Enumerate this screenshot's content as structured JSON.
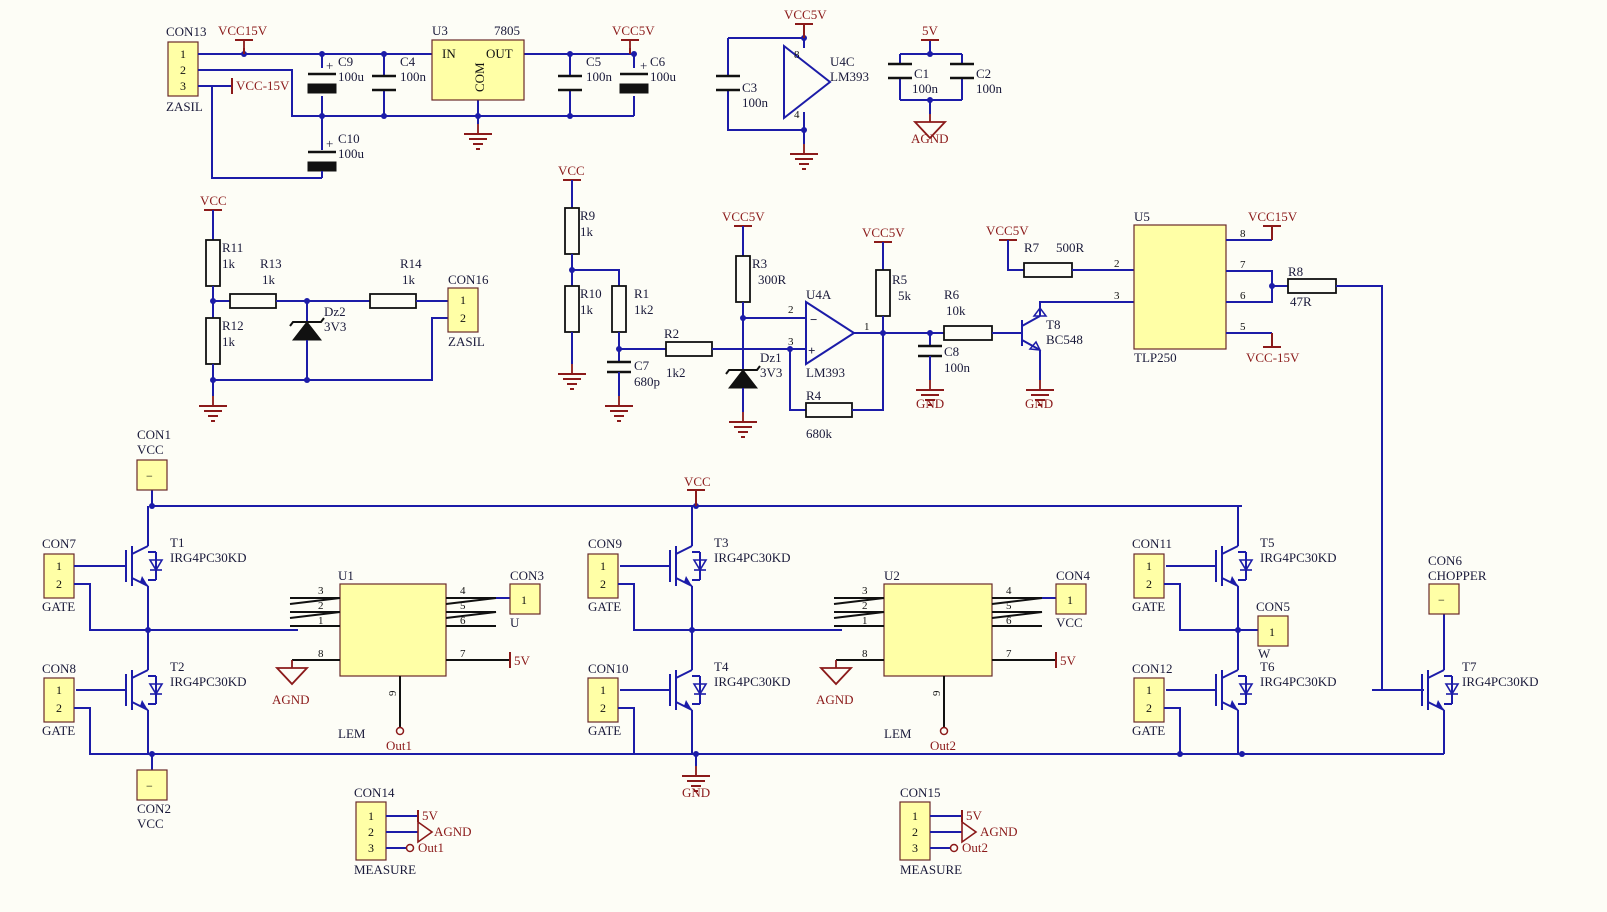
{
  "power": {
    "vcc15v_a": "VCC15V",
    "vcc5v_a": "VCC5V",
    "vccm15v_a": "VCC-15V",
    "vcc5v_b": "VCC5V",
    "v5_c": "5V",
    "agnd_c": "AGND",
    "vcc_d": "VCC",
    "vcc_e": "VCC",
    "vcc5v_f": "VCC5V",
    "vcc5v_g": "VCC5V",
    "gnd_g": "GND",
    "vcc5v_h": "VCC5V",
    "gnd_h": "GND",
    "vcc15v_u5": "VCC15V",
    "vccm15v_u5": "VCC-15V",
    "vcc_bus": "VCC",
    "gnd_bus": "GND",
    "agnd_u1": "AGND",
    "v5_u1": "5V",
    "agnd_u2": "AGND",
    "v5_u2": "5V"
  },
  "supply": {
    "con13_ref": "CON13",
    "con13_name": "ZASIL",
    "u3_ref": "U3",
    "u3_val": "7805",
    "u3_in": "IN",
    "u3_out": "OUT",
    "u3_com": "COM",
    "c9_ref": "C9",
    "c9_val": "100u",
    "c4_ref": "C4",
    "c4_val": "100n",
    "c5_ref": "C5",
    "c5_val": "100n",
    "c6_ref": "C6",
    "c6_val": "100u",
    "c10_ref": "C10",
    "c10_val": "100u",
    "u4c_ref": "U4C",
    "u4c_val": "LM393",
    "c3_ref": "C3",
    "c3_val": "100n",
    "u4c_pin8": "8",
    "u4c_pin4": "4",
    "c1_ref": "C1",
    "c1_val": "100n",
    "c2_ref": "C2",
    "c2_val": "100n"
  },
  "divider": {
    "r11_ref": "R11",
    "r11_val": "1k",
    "r12_ref": "R12",
    "r12_val": "1k",
    "r13_ref": "R13",
    "r13_val": "1k",
    "r14_ref": "R14",
    "r14_val": "1k",
    "dz2_ref": "Dz2",
    "dz2_val": "3V3",
    "con16_ref": "CON16",
    "con16_name": "ZASIL"
  },
  "comparator": {
    "r9_ref": "R9",
    "r9_val": "1k",
    "r10_ref": "R10",
    "r10_val": "1k",
    "r1_ref": "R1",
    "r1_val": "1k2",
    "r2_ref": "R2",
    "r2_val": "1k2",
    "c7_ref": "C7",
    "c7_val": "680p",
    "r3_ref": "R3",
    "r3_val": "300R",
    "dz1_ref": "Dz1",
    "dz1_val": "3V3",
    "u4a_ref": "U4A",
    "u4a_val": "LM393",
    "u4a_pin2": "2",
    "u4a_pin3": "3",
    "u4a_pin1": "1",
    "r4_ref": "R4",
    "r4_val": "680k",
    "r5_ref": "R5",
    "r5_val": "5k",
    "r6_ref": "R6",
    "r6_val": "10k",
    "c8_ref": "C8",
    "c8_val": "100n",
    "t8_ref": "T8",
    "t8_val": "BC548",
    "r7_ref": "R7",
    "r7_val": "500R",
    "u5_ref": "U5",
    "u5_val": "TLP250",
    "u5_pin2": "2",
    "u5_pin3": "3",
    "u5_pin8": "8",
    "u5_pin7": "7",
    "u5_pin6": "6",
    "u5_pin5": "5",
    "r8_ref": "R8",
    "r8_val": "47R"
  },
  "bridge": {
    "con1_ref": "CON1",
    "con1_name": "VCC",
    "con2_ref": "CON2",
    "con2_name": "VCC",
    "con7_ref": "CON7",
    "con8_ref": "CON8",
    "con9_ref": "CON9",
    "con10_ref": "CON10",
    "con11_ref": "CON11",
    "con12_ref": "CON12",
    "gate": "GATE",
    "t1_ref": "T1",
    "t2_ref": "T2",
    "t3_ref": "T3",
    "t4_ref": "T4",
    "t5_ref": "T5",
    "t6_ref": "T6",
    "t7_ref": "T7",
    "igbt_val": "IRG4PC30KD",
    "con5_ref": "CON5",
    "con5_name": "W",
    "con6_ref": "CON6",
    "con6_name": "CHOPPER"
  },
  "sensors": {
    "u1_ref": "U1",
    "u1_name": "LEM",
    "u1_out": "Out1",
    "u2_ref": "U2",
    "u2_name": "LEM",
    "u2_out": "Out2",
    "con3_ref": "CON3",
    "con3_name": "U",
    "con4_ref": "CON4",
    "con4_name": "VCC",
    "pins_left": [
      "3",
      "2",
      "1",
      "8"
    ],
    "pins_right": [
      "4",
      "5",
      "6",
      "7"
    ],
    "pin_bottom": "9",
    "con14_ref": "CON14",
    "con14_name": "MEASURE",
    "con14_5v": "5V",
    "con14_agnd": "AGND",
    "con14_out": "Out1",
    "con15_ref": "CON15",
    "con15_name": "MEASURE",
    "con15_5v": "5V",
    "con15_agnd": "AGND",
    "con15_out": "Out2"
  },
  "pins": {
    "one": "1",
    "two": "2",
    "three": "3",
    "minus": "−"
  }
}
